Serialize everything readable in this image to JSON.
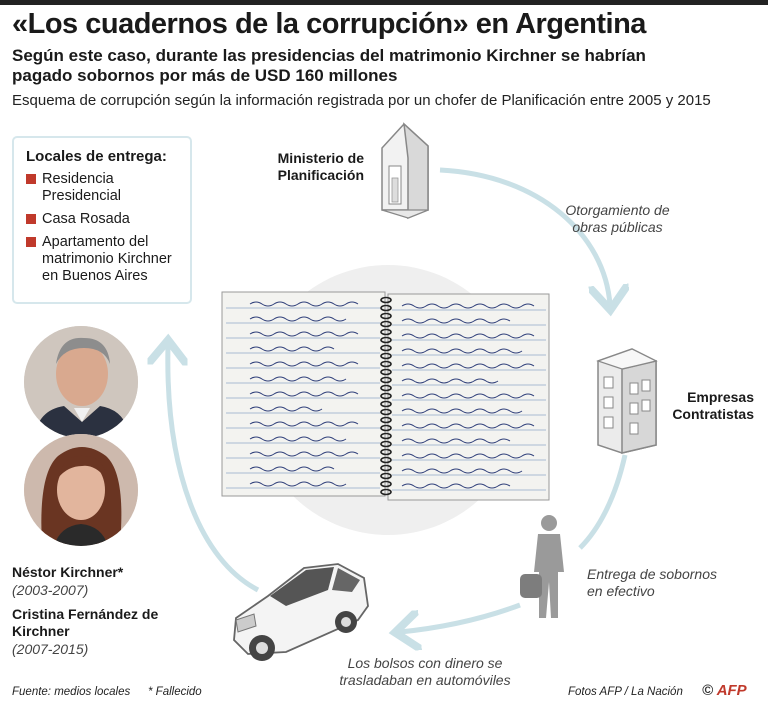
{
  "title": "«Los cuadernos de la corrupción» en Argentina",
  "subtitle": "Según este caso, durante las presidencias del matrimonio Kirchner se habrían pagado sobornos por más de USD 160 millones",
  "intro": "Esquema de corrupción según la información registrada por un chofer de Planificación entre 2005 y 2015",
  "legend": {
    "title": "Locales de entrega:",
    "items": [
      "Residencia Presidencial",
      "Casa Rosada",
      "Apartamento del matrimonio Kirchner en Buenos Aires"
    ]
  },
  "nodes": {
    "ministry": "Ministerio de Planificación",
    "contractors": "Empresas Contratistas"
  },
  "flows": {
    "works": "Otorgamiento de obras públicas",
    "bribes": "Entrega de sobornos en efectivo",
    "cars": "Los bolsos con dinero se trasladaban en automóviles"
  },
  "people": [
    {
      "name": "Néstor Kirchner*",
      "years": "(2003-2007)"
    },
    {
      "name": "Cristina Fernández de Kirchner",
      "years": "(2007-2015)"
    }
  ],
  "footer": {
    "source": "Fuente: medios locales",
    "note": "* Fallecido",
    "photos": "Fotos AFP / La Nación",
    "copyright": "©",
    "agency": "AFP"
  },
  "colors": {
    "accent": "#c0392b",
    "arrow": "#c9e0e6",
    "circle": "#efefef"
  },
  "icons": [
    "building-icon",
    "office-tower-icon",
    "courier-silhouette-icon",
    "car-icon",
    "notebook-image"
  ]
}
